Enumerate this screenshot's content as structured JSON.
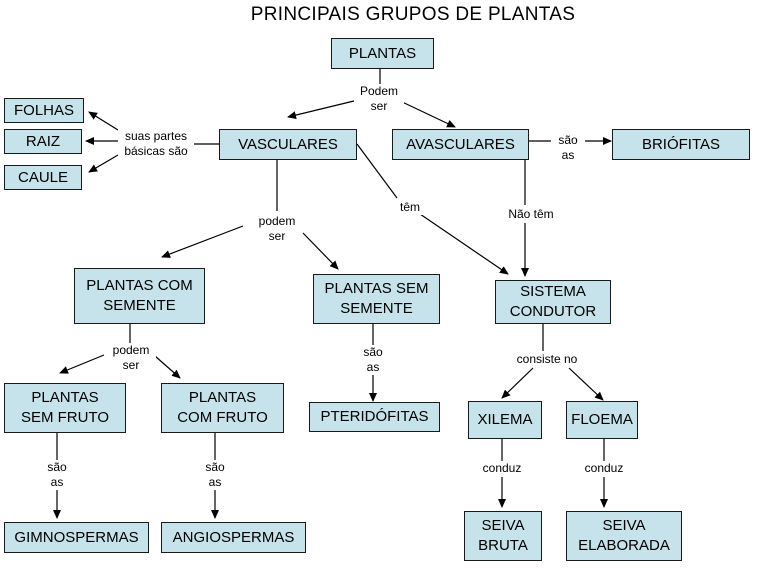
{
  "title": "PRINCIPAIS GRUPOS DE PLANTAS",
  "nodes": {
    "plantas": "PLANTAS",
    "vasculares": "VASCULARES",
    "avasculares": "AVASCULARES",
    "briofitas": "BRIÓFITAS",
    "folhas": "FOLHAS",
    "raiz": "RAIZ",
    "caule": "CAULE",
    "com_semente": "PLANTAS COM\nSEMENTE",
    "sem_semente": "PLANTAS SEM\nSEMENTE",
    "sistema": "SISTEMA\nCONDUTOR",
    "sem_fruto": "PLANTAS\nSEM FRUTO",
    "com_fruto": "PLANTAS\nCOM FRUTO",
    "pteridofitas": "PTERIDÓFITAS",
    "xilema": "XILEMA",
    "floema": "FLOEMA",
    "gimnospermas": "GIMNOSPERMAS",
    "angiospermas": "ANGIOSPERMAS",
    "seiva_bruta": "SEIVA\nBRUTA",
    "seiva_elaborada": "SEIVA\nELABORADA"
  },
  "labels": {
    "podem_ser_1": "Podem\nser",
    "suas_partes": "suas partes\nbásicas são",
    "sao_as_1": "são\nas",
    "tem": "têm",
    "nao_tem": "Não têm",
    "podem_ser_2": "podem\nser",
    "podem_ser_3": "podem\nser",
    "sao_as_2": "são\nas",
    "consiste_no": "consiste no",
    "sao_as_3": "são\nas",
    "sao_as_4": "são\nas",
    "conduz_1": "conduz",
    "conduz_2": "conduz"
  }
}
